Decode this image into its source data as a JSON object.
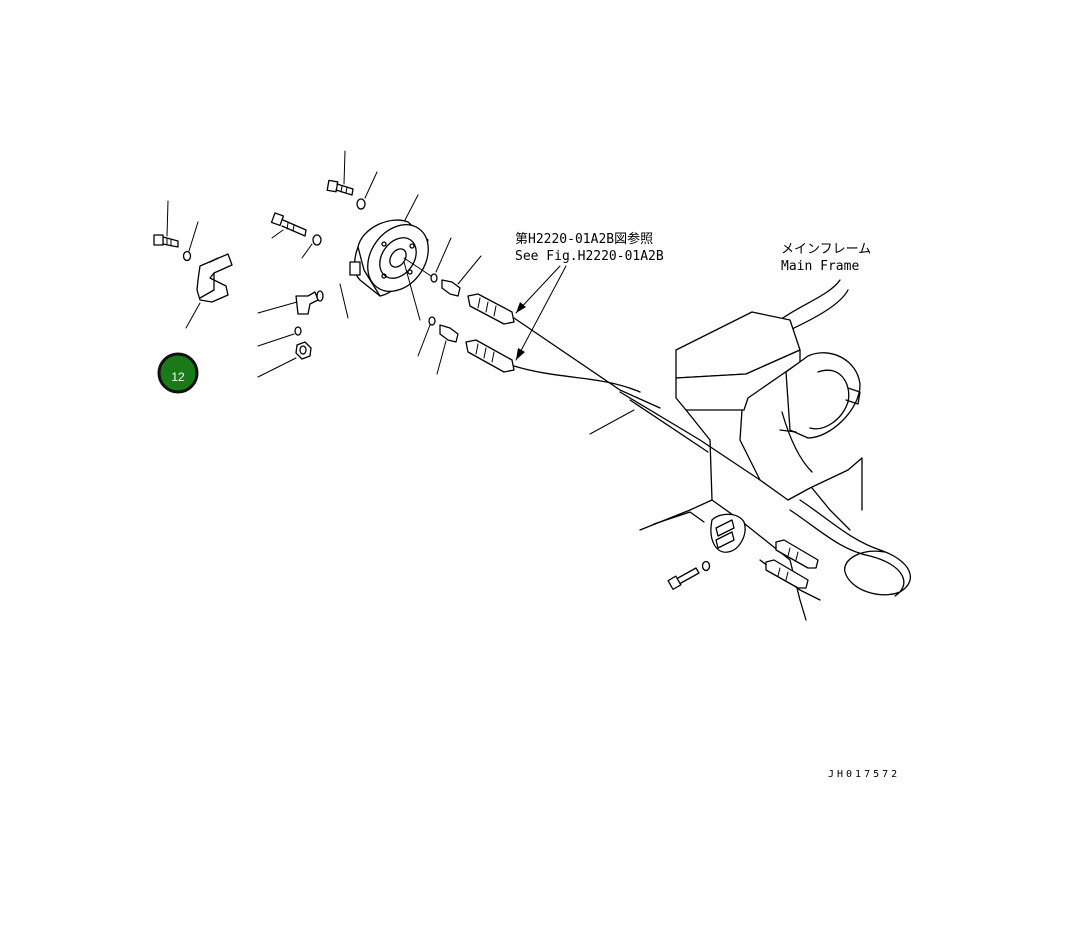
{
  "callout": {
    "number": "12",
    "color": "#1a7a1a",
    "ring_color": "#111111"
  },
  "reference_note": {
    "line_jp": "第H2220-01A2B図参照",
    "line_en": "See Fig.H2220-01A2B"
  },
  "main_frame_note": {
    "line_jp": "メインフレーム",
    "line_en": "Main Frame"
  },
  "drawing_code": "JH017572",
  "icons": [
    "bolt-icon",
    "washer-icon",
    "bracket-icon",
    "elbow-fitting-icon",
    "nut-icon",
    "hub-flange-icon",
    "connector-icon",
    "hose-fitting-icon"
  ]
}
